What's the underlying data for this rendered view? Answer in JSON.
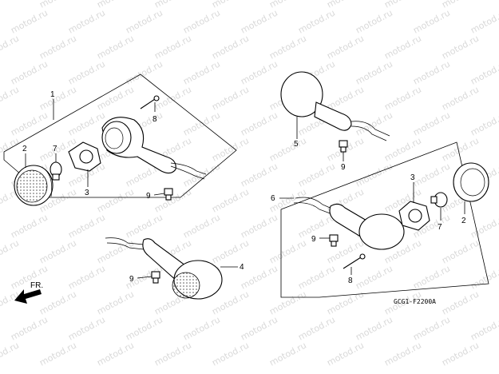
{
  "watermark": "motod.ru",
  "callouts": {
    "c1": "1",
    "c2_left": "2",
    "c7_left": "7",
    "c3_left": "3",
    "c8_left": "8",
    "c9_left": "9",
    "c4": "4",
    "c9_lower_left": "9",
    "c5": "5",
    "c9_right_upper": "9",
    "c6": "6",
    "c3_right": "3",
    "c7_right": "7",
    "c2_right": "2",
    "c9_right": "9",
    "c8_right": "8"
  },
  "direction_label": "FR.",
  "diagram_code": "GCG1-F2200A"
}
